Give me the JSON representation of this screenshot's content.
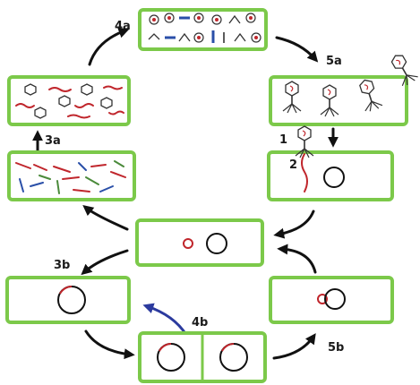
{
  "labels": {
    "step_4a": "4a",
    "step_5a": "5a",
    "step_3a": "3a",
    "step_1": "1",
    "step_2": "2",
    "step_3b": "3b",
    "step_4b": "4b",
    "step_5b": "5b"
  },
  "colors": {
    "cell_border": "#7cc94a",
    "phage_dna": "#c0262c",
    "host_dna": "#111111",
    "arrow": "#111111",
    "blue_arrow": "#2b3a9e"
  },
  "icons": {
    "phage": "bacteriophage-icon",
    "assembly_parts": "phage-parts-icon"
  }
}
